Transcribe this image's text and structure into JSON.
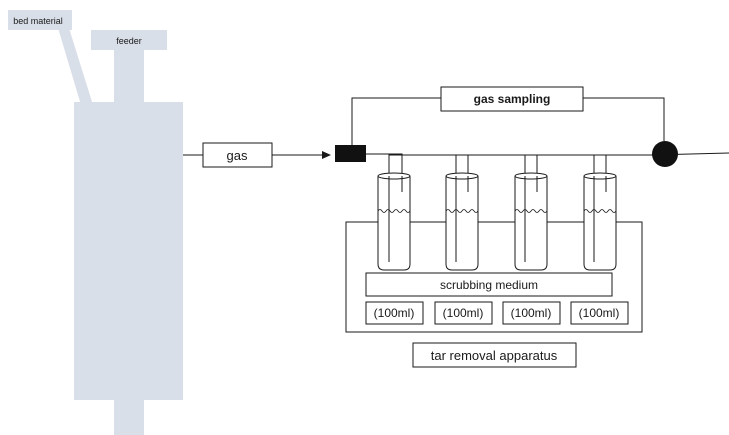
{
  "labels": {
    "bed_material": "bed material",
    "feeder": "feeder",
    "gas": "gas",
    "gas_sampling": "gas sampling",
    "scrubbing_medium": "scrubbing medium",
    "tar_removal": "tar removal apparatus",
    "volumes": [
      "(100ml)",
      "(100ml)",
      "(100ml)",
      "(100ml)"
    ]
  },
  "colors": {
    "reactor_fill": "#d9dfe9",
    "line": "#1a1a1a"
  }
}
